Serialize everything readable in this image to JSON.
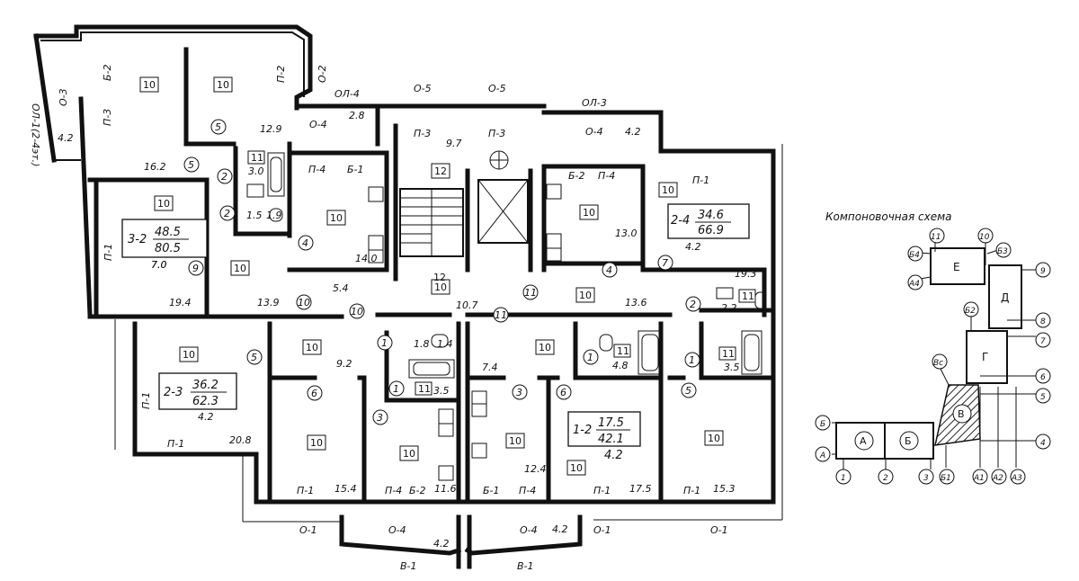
{
  "axis_top_left": "ОЛ-1(2-4эт.)",
  "opening_labels": {
    "o3": "О-3",
    "b2_top": "Б-2",
    "p3_left": "П-3",
    "p2_top": "П-2",
    "o2": "О-2",
    "ol4": "ОЛ-4",
    "o5_a": "О-5",
    "o5_b": "О-5",
    "ol3": "ОЛ-3",
    "o4_a": "О-4",
    "o4_b": "О-4",
    "p3_a": "П-3",
    "p3_b": "П-3",
    "p4_a": "П-4",
    "b1_a": "Б-1",
    "b2_b": "Б-2",
    "p4_b": "П-4",
    "p1_a": "П-1",
    "p1_left": "П-1",
    "p1_left2": "П-1",
    "p1_bottom_left": "П-1",
    "p1_bot_a": "П-1",
    "p4_c": "П-4",
    "b2_c": "Б-2",
    "b1_b": "Б-1",
    "p4_d": "П-4",
    "p1_bot_b": "П-1",
    "p1_bot_c": "П-1",
    "o1_a": "О-1",
    "o4_c": "О-4",
    "o4_d": "О-4",
    "o1_b": "О-1",
    "o1_c": "О-1",
    "v1_a": "В-1",
    "v1_b": "В-1"
  },
  "dims": {
    "d42_left": "4.2",
    "d28": "2.8",
    "d42_right": "4.2",
    "d42_bot_a": "4.2",
    "d42_bot_b": "4.2"
  },
  "room_tags": [
    "10",
    "10",
    "10",
    "10",
    "10",
    "10",
    "10",
    "10",
    "10",
    "10",
    "10",
    "10",
    "10",
    "10",
    "10",
    "10",
    "10",
    "12",
    "12",
    "11",
    "11",
    "11",
    "11",
    "11"
  ],
  "areas": {
    "a129": "12.9",
    "a162": "16.2",
    "a30": "3.0",
    "a15": "1.5",
    "a19": "1.9",
    "a140": "14.0",
    "a97": "9.7",
    "a130": "13.0",
    "a194": "19.4",
    "a70": "7.0",
    "a139": "13.9",
    "a54": "5.4",
    "a107": "10.7",
    "a136": "13.6",
    "a193": "19.3",
    "a22": "2.2",
    "a92": "9.2",
    "a18": "1.8",
    "a14": "1.4",
    "a35": "3.5",
    "a74": "7.4",
    "a48": "4.8",
    "a35b": "3.5",
    "a208": "20.8",
    "a154": "15.4",
    "a116": "11.6",
    "a124": "12.4",
    "a175": "17.5",
    "a153": "15.3"
  },
  "circles": [
    "5",
    "5",
    "2",
    "2",
    "4",
    "9",
    "10",
    "10",
    "11",
    "11",
    "4",
    "7",
    "2",
    "1",
    "1",
    "5",
    "6",
    "3",
    "3",
    "6",
    "1",
    "5"
  ],
  "apartments": [
    {
      "type": "3-2",
      "living": "48.5",
      "total": "80.5",
      "extra": "7.0"
    },
    {
      "type": "2-4",
      "living": "34.6",
      "total": "66.9",
      "extra": "4.2"
    },
    {
      "type": "2-3",
      "living": "36.2",
      "total": "62.3",
      "extra": "4.2"
    },
    {
      "type": "1-2",
      "living": "17.5",
      "total": "42.1",
      "extra": "4.2"
    }
  ],
  "key_plan": {
    "title": "Компоновочная схема",
    "sections": [
      "Е",
      "Д",
      "Г",
      "В",
      "Б",
      "А"
    ],
    "axes_circles": [
      "11",
      "10",
      "Б4",
      "Б3",
      "9",
      "А4",
      "Б2",
      "8",
      "7",
      "Вс",
      "6",
      "5",
      "Б",
      "4",
      "А",
      "1",
      "2",
      "3",
      "Б1",
      "А1",
      "А2",
      "А3"
    ]
  },
  "colors": {
    "ink": "#111111",
    "paper": "#ffffff",
    "hatch": "#222222"
  }
}
